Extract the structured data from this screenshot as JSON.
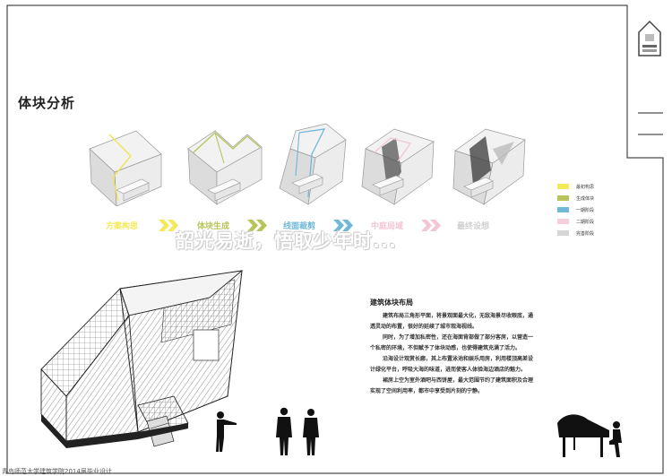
{
  "section_title": "体块分析",
  "steps": [
    {
      "label": "方案构思",
      "color": "#f3ea5a"
    },
    {
      "label": "体块生成",
      "color": "#b8c45a"
    },
    {
      "label": "线面裁剪",
      "color": "#6fb8d8"
    },
    {
      "label": "中庭局域",
      "color": "#f2c6d6"
    },
    {
      "label": "最终设想",
      "color": "#d0d0d0"
    }
  ],
  "legend": [
    {
      "label": "最初构思",
      "color": "#f3ea5a"
    },
    {
      "label": "生成体块",
      "color": "#b8c45a"
    },
    {
      "label": "一期阶段",
      "color": "#6fb8d8"
    },
    {
      "label": "二期阶段",
      "color": "#f5cfdc"
    },
    {
      "label": "完善阶段",
      "color": "#d6d6d6"
    }
  ],
  "watermark": "韶光易逝，悟取少年时...",
  "description": {
    "title": "建筑体块布局",
    "paragraphs": [
      "建筑布局三角形平面，将景观面最大化，无敌海景尽收眼底，通透灵动的布置，很好的延续了城市观海视线。",
      "同时，为了增加私密性，还在海面背部做了部分客房，以营造一个私密的环境，不但赋予了体块动感，也使得建筑充满了活力。",
      "沿海设计观赏长廊，其上布置泳池和娱乐用房，利用楼顶高差设计绿化平台，呼吸大海的味道，进而使客人体验海边酒店的魅力。",
      "裙房上空为室外酒吧与西饼屋，最大范围节约了建筑面积及合理实现了空间利用率，都市中享受到片刻的宁静。"
    ]
  },
  "footer": "青岛师范大学建筑学院2014届毕业设计"
}
